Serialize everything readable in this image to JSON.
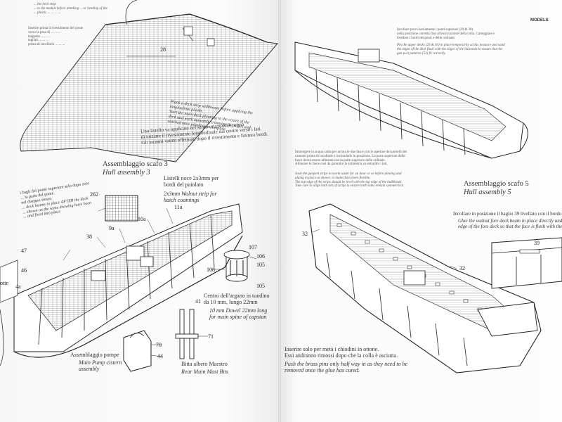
{
  "brand": {
    "models": "MODELS"
  },
  "left_page": {
    "top_text_en": [
      "... the deck strip",
      "... to the models before planking ... or bending of the",
      "... plastic ... ... ... ..."
    ],
    "top_text_it": [
      "Inserire prima il rivestimento del ponte",
      "verso la prua di ... ... ...",
      "tangente ... ... ...",
      "tagliati ... ... ...",
      "prima di incollarlo ... ... ..."
    ],
    "label_28": "28",
    "plank_text_en": [
      "Plank a deck strip widthways before applying the",
      "longitudinal planks.",
      "Start the main deck planking in the centre of the",
      "deck and work outwards, trimming the edges and",
      "notched once planking is complete."
    ],
    "plank_text_it": [
      "Uno listello va applicato nel senso orizzontale prima",
      "di iniziare il rivestimento longitudinale dal centro verso i lati.",
      "Gli incastri vanno effettuati dopo il rivestimento e finitura bordi."
    ],
    "hull3_it": "Assemblaggio scafo 3",
    "hull3_en": "Hull assembly 3",
    "strip_it": [
      "Listelli noce 2x3mm per",
      "bordi del paiolato"
    ],
    "strip_en": [
      "2x3mm Walnut strip for",
      "hatch coamings"
    ],
    "left_margin_text": [
      "i bagli del ponte superiore solo dopo aver",
      "... la parte del ponte",
      "nel disegno stesso.",
      "... deck beams in place AFTER the deck",
      "... shown on the same drawing have been",
      "... and fixed into place"
    ],
    "labels": {
      "l262": "262",
      "l11a": "11a",
      "l10a": "10a",
      "l9a": "9a",
      "l38": "38",
      "l47": "47",
      "l46": "46",
      "l4a": "4a",
      "l107": "107",
      "l106": "106",
      "l105a": "105",
      "l105b": "105",
      "l108": "108",
      "l41": "41",
      "l71": "71",
      "l70": "70",
      "l44": "44",
      "lotte": "otte"
    },
    "capstan_it": [
      "Centro dell'argano in tondino",
      "da 10 mm, lungo 22mm"
    ],
    "capstan_en": [
      "10 mm Dowel 22mm long",
      "for main spine of capstan"
    ],
    "pump_it": "Assemblaggio pompe",
    "pump_en": [
      "Main Pump cistern",
      "assembly"
    ],
    "bitts_it": "Bitta albero Maestro",
    "bitts_en": "Rear Main Mast Bits"
  },
  "right_page": {
    "top_note_it": [
      "Incollare provvisoriamente i ponti superiori (29 & 30)",
      "nella posizione corretta fino all'essiccazione della colla. Carteggiare e",
      "livellare i bordi dei ponti e delle ordinate."
    ],
    "top_note_en": [
      "Pin the upper decks (29 & 30) in place temporarily at this instance and sand",
      "the edges of the deck flush with the edges of the bulwarks to ensure that the",
      "gun port patterns (53) fit correctly."
    ],
    "gunport_it": [
      "Immergere in acqua calda per un'ora le due fasce con le aperture dei portelli dei",
      "cannoni prima di incollarle e inchiodarle in posizione. La parte superiore delle",
      "fasce dovrà essere allineata con la parte superiore delle ordinate.",
      "Allineare le fasce così da garantire la simmetria su entrambi i lati."
    ],
    "gunport_en": [
      "Soak the gunport strips in warm water for an hour or so before pinning and",
      "gluing in place as shown, to make them more flexible.",
      "The top edge of the strips should be level with the top edge of the bulkheads.",
      "Take care to align both sets of strips to ensure both sides remain symmetrical."
    ],
    "hull5_it": "Assemblaggio scafo 5",
    "hull5_en": "Hull assembly 5",
    "fore_it": "Incollare in posizione il baglio 39 livellato con il bordo d",
    "fore_en": [
      "Glue the walnut fore deck beam in place directly under",
      "edge of the fore deck so that the face is flush with the de"
    ],
    "labels": {
      "l32a": "32",
      "l32b": "32",
      "l39": "39"
    },
    "pins_it": [
      "Inserire solo per metà i chiodini in ottone.",
      "Essi andranno rimossi dopo che la colla è asciutta."
    ],
    "pins_en": [
      "Push the brass pins only half way in as they need to be",
      "removed once the glue has cured."
    ]
  }
}
